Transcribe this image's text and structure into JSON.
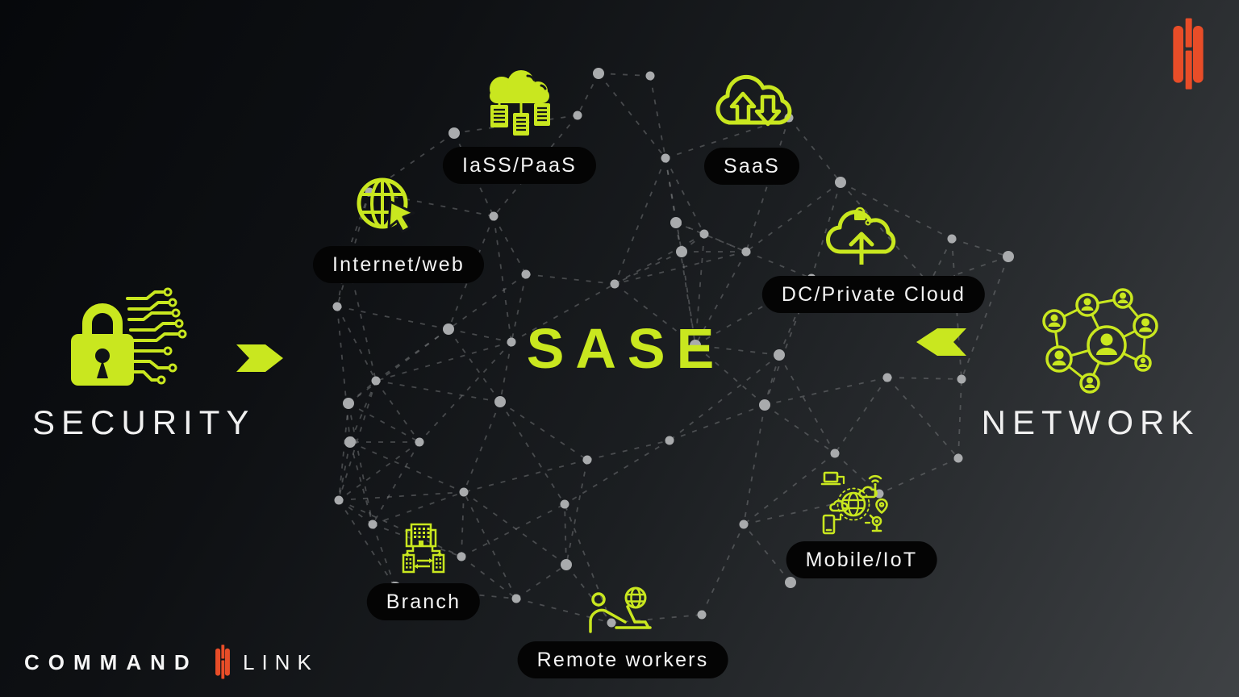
{
  "center": {
    "title": "SASE"
  },
  "security": {
    "label": "SECURITY",
    "icon": "lock-circuit-icon",
    "arrow": "arrow-right-icon"
  },
  "network": {
    "label": "NETWORK",
    "icon": "people-network-icon",
    "arrow": "arrow-left-icon"
  },
  "edge_nodes": [
    {
      "label": "IaSS/PaaS",
      "icon": "cloud-servers-icon"
    },
    {
      "label": "SaaS",
      "icon": "cloud-sync-arrows-icon"
    },
    {
      "label": "DC/Private Cloud",
      "icon": "cloud-secure-upload-icon"
    },
    {
      "label": "Internet/web",
      "icon": "globe-cursor-icon"
    },
    {
      "label": "Branch",
      "icon": "branch-buildings-icon"
    },
    {
      "label": "Remote workers",
      "icon": "remote-worker-icon"
    },
    {
      "label": "Mobile/IoT",
      "icon": "mobile-iot-icon"
    }
  ],
  "brand": {
    "word_left": "COMMAND",
    "word_right": "LINK",
    "mark": "command-link-mark-icon"
  },
  "colors": {
    "accent_green": "#c9e71f",
    "brand_orange": "#e84d28",
    "pill_background": "#040404",
    "label_text": "#f4f4f4",
    "mesh_dot": "#a9abad",
    "mesh_line": "#84878a"
  }
}
